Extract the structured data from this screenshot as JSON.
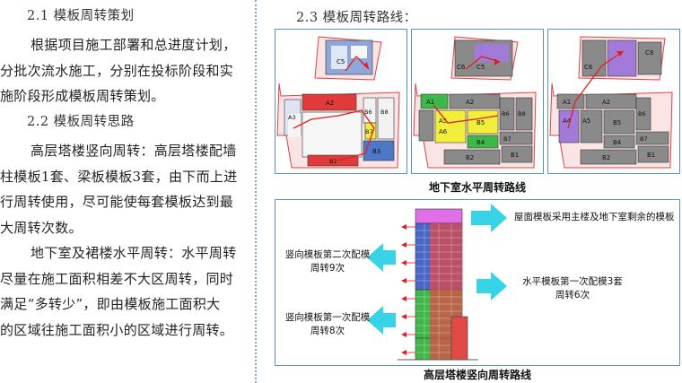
{
  "left": {
    "section_21": "2.1 模板周转策划",
    "para_21": [
      "根据项目施工部署和总进度计划，",
      "分批次流水施工，分别在投标阶段和实",
      "施阶段形成模板周转策划。"
    ],
    "section_22": "2.2 模板周转思路",
    "para_22a": [
      "高层塔楼竖向周转：高层塔楼配墙",
      "柱模板1套、梁板模板3套，由下而上进",
      "行周转使用，尽可能使每套模板达到最",
      "大周转次数。"
    ],
    "para_22b": [
      "地下室及裙楼水平周转：水平周转",
      "尽量在施工面积相差不大区周转，同时",
      "满足“多转少”，即由模板施工面积大",
      "的区域往施工面积小的区域进行周转。"
    ]
  },
  "right": {
    "section_23": "2.3 模板周转路线：",
    "caption_basement": "地下室水平周转路线",
    "caption_tower": "高层塔楼竖向周转路线",
    "panel1_labels": {
      "c5": "C5",
      "a2": "A2",
      "b6": "B6",
      "b8": "B8",
      "b7": "B7",
      "a3": "A3",
      "b3": "B3",
      "b2": "B2"
    },
    "panel2_labels": {
      "c6": "C6",
      "c5": "C5",
      "a1": "A1",
      "a2": "A2",
      "a5": "A5",
      "b5": "B5",
      "a6": "A6",
      "b6": "B6",
      "b4": "B4",
      "b7": "B7",
      "b1": "B1",
      "b2": "B2",
      "b8": "B8"
    },
    "panel3_labels": {
      "c6": "C6",
      "c8": "C8",
      "a1": "A1",
      "a2": "A2",
      "a4": "A4",
      "a5": "A5",
      "b5": "B5",
      "b6": "B6",
      "b7": "B7",
      "b4": "B4",
      "b1": "B1",
      "b2": "B2"
    },
    "note_roof": "屋面模板采用主楼及地下室剩余的模板",
    "note_vert2": [
      "竖向模板第二次配模",
      "周转9次"
    ],
    "note_horiz": [
      "水平模板第一次配模3套",
      "周转6次"
    ],
    "note_vert1": [
      "竖向模板第一次配模",
      "周转8次"
    ]
  },
  "colors": {
    "panel_border": "#5b8fd6",
    "arrow_cyan": "#37d3e6",
    "route_red": "#e02020",
    "zone_blue": "#6f86c9",
    "zone_yellow": "#f2ee3c",
    "zone_green": "#3fb84a",
    "zone_purple": "#a27ad8",
    "zone_gray": "#8a8a8a",
    "tower_magenta": "#e070e8"
  }
}
